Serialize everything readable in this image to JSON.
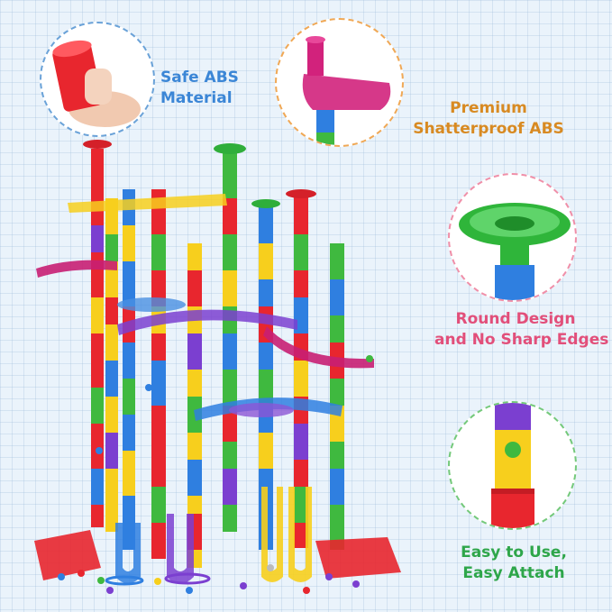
{
  "features": {
    "safe": {
      "line1": "Safe ABS",
      "line2": "Material",
      "color": "#3b86d6"
    },
    "premium": {
      "line1": "Premium",
      "line2": "Shatterproof ABS",
      "color": "#d88a22"
    },
    "round": {
      "line1": "Round Design",
      "line2": "and No Sharp Edges",
      "color": "#e24f7a"
    },
    "easy": {
      "line1": "Easy to Use,",
      "line2": "Easy Attach",
      "color": "#2ea64a"
    }
  },
  "icons": [
    "tube-closeup-icon",
    "funnel-chute-icon",
    "round-funnel-icon",
    "marble-tube-icon"
  ],
  "palette": {
    "red": "#e8262e",
    "yellow": "#f7cf1d",
    "green": "#3fb93f",
    "blue": "#2f7fe0",
    "purple": "#7b3fd0",
    "magenta": "#d2227c"
  }
}
